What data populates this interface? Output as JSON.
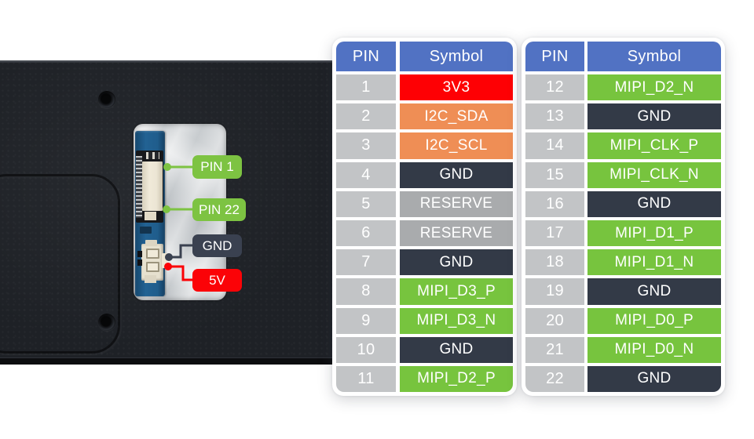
{
  "colors": {
    "header_blue": "#5172c3",
    "pin_gray": "#c2c4c6",
    "power_red": "#fe0004",
    "i2c_orange": "#ef8e55",
    "gnd_dark": "#333a47",
    "reserve_gray": "#a9abad",
    "mipi_green": "#77c43e",
    "badge_green": "#7dc342",
    "badge_dark": "#3a4150",
    "badge_red": "#fb0307",
    "pcb_blue": "#1f5d8c"
  },
  "photo": {
    "labels": [
      {
        "text": "PIN 1",
        "color": "#7dc342"
      },
      {
        "text": "PIN 22",
        "color": "#7dc342"
      },
      {
        "text": "GND",
        "color": "#3a4150"
      },
      {
        "text": "5V",
        "color": "#fb0307"
      }
    ]
  },
  "tables": [
    {
      "headers": [
        "PIN",
        "Symbol"
      ],
      "rows": [
        {
          "pin": "1",
          "symbol": "3V3",
          "type": "power"
        },
        {
          "pin": "2",
          "symbol": "I2C_SDA",
          "type": "i2c"
        },
        {
          "pin": "3",
          "symbol": "I2C_SCL",
          "type": "i2c"
        },
        {
          "pin": "4",
          "symbol": "GND",
          "type": "gnd"
        },
        {
          "pin": "5",
          "symbol": "RESERVE",
          "type": "reserve"
        },
        {
          "pin": "6",
          "symbol": "RESERVE",
          "type": "reserve"
        },
        {
          "pin": "7",
          "symbol": "GND",
          "type": "gnd"
        },
        {
          "pin": "8",
          "symbol": "MIPI_D3_P",
          "type": "mipi"
        },
        {
          "pin": "9",
          "symbol": "MIPI_D3_N",
          "type": "mipi"
        },
        {
          "pin": "10",
          "symbol": "GND",
          "type": "gnd"
        },
        {
          "pin": "11",
          "symbol": "MIPI_D2_P",
          "type": "mipi"
        }
      ]
    },
    {
      "headers": [
        "PIN",
        "Symbol"
      ],
      "rows": [
        {
          "pin": "12",
          "symbol": "MIPI_D2_N",
          "type": "mipi"
        },
        {
          "pin": "13",
          "symbol": "GND",
          "type": "gnd"
        },
        {
          "pin": "14",
          "symbol": "MIPI_CLK_P",
          "type": "mipi"
        },
        {
          "pin": "15",
          "symbol": "MIPI_CLK_N",
          "type": "mipi"
        },
        {
          "pin": "16",
          "symbol": "GND",
          "type": "gnd"
        },
        {
          "pin": "17",
          "symbol": "MIPI_D1_P",
          "type": "mipi"
        },
        {
          "pin": "18",
          "symbol": "MIPI_D1_N",
          "type": "mipi"
        },
        {
          "pin": "19",
          "symbol": "GND",
          "type": "gnd"
        },
        {
          "pin": "20",
          "symbol": "MIPI_D0_P",
          "type": "mipi"
        },
        {
          "pin": "21",
          "symbol": "MIPI_D0_N",
          "type": "mipi"
        },
        {
          "pin": "22",
          "symbol": "GND",
          "type": "gnd"
        }
      ]
    }
  ]
}
